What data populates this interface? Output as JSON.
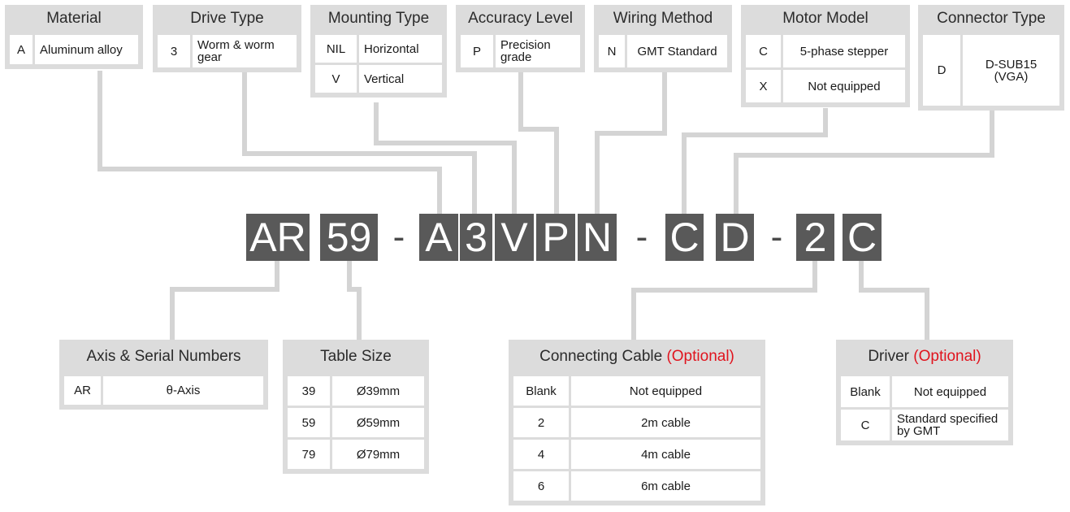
{
  "top_boxes": {
    "material": {
      "title": "Material",
      "rows": [
        {
          "code": "A",
          "desc": "Aluminum alloy"
        }
      ]
    },
    "drive_type": {
      "title": "Drive Type",
      "rows": [
        {
          "code": "3",
          "desc": "Worm & worm gear"
        }
      ]
    },
    "mounting_type": {
      "title": "Mounting Type",
      "rows": [
        {
          "code": "NIL",
          "desc": "Horizontal"
        },
        {
          "code": "V",
          "desc": "Vertical"
        }
      ]
    },
    "accuracy_level": {
      "title": "Accuracy Level",
      "rows": [
        {
          "code": "P",
          "desc": "Precision grade"
        }
      ]
    },
    "wiring_method": {
      "title": "Wiring Method",
      "rows": [
        {
          "code": "N",
          "desc": "GMT Standard"
        }
      ]
    },
    "motor_model": {
      "title": "Motor Model",
      "rows": [
        {
          "code": "C",
          "desc": "5-phase stepper"
        },
        {
          "code": "X",
          "desc": "Not equipped"
        }
      ]
    },
    "connector_type": {
      "title": "Connector Type",
      "rows": [
        {
          "code": "D",
          "desc": "D-SUB15 (VGA)"
        }
      ]
    }
  },
  "part_code": {
    "segments": [
      "AR",
      "59",
      "-",
      "A",
      "3",
      "V",
      "P",
      "N",
      "-",
      "C",
      "D",
      "-",
      "2",
      "C"
    ]
  },
  "bottom_boxes": {
    "axis": {
      "title": "Axis & Serial Numbers",
      "rows": [
        {
          "code": "AR",
          "desc": "θ-Axis"
        }
      ]
    },
    "table_size": {
      "title": "Table Size",
      "rows": [
        {
          "code": "39",
          "desc": "Ø39mm"
        },
        {
          "code": "59",
          "desc": "Ø59mm"
        },
        {
          "code": "79",
          "desc": "Ø79mm"
        }
      ]
    },
    "cable": {
      "title": "Connecting Cable",
      "optional": "(Optional)",
      "rows": [
        {
          "code": "Blank",
          "desc": "Not equipped"
        },
        {
          "code": "2",
          "desc": "2m cable"
        },
        {
          "code": "4",
          "desc": "4m cable"
        },
        {
          "code": "6",
          "desc": "6m cable"
        }
      ]
    },
    "driver": {
      "title": "Driver",
      "optional": "(Optional)",
      "rows": [
        {
          "code": "Blank",
          "desc": "Not equipped"
        },
        {
          "code": "C",
          "desc": "Standard specified by GMT"
        }
      ]
    }
  },
  "colors": {
    "code_box_bg": "#595959",
    "panel_bg": "#dcdcdc",
    "connector_line": "#d4d4d4",
    "optional_text": "#e0141e"
  }
}
